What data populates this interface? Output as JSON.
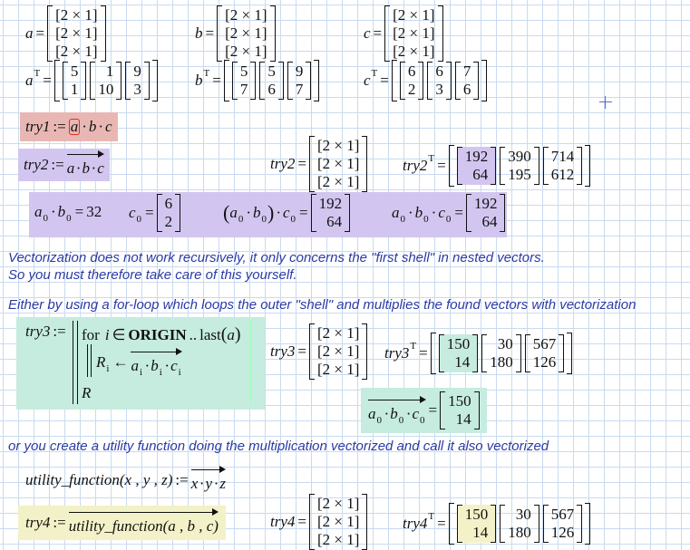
{
  "defs": {
    "a_name": "a",
    "b_name": "b",
    "c_name": "c",
    "elem": "[2 × 1]",
    "T": "T",
    "aT": [
      [
        "5",
        "1"
      ],
      [
        "1",
        "10"
      ],
      [
        "9",
        "3"
      ]
    ],
    "bT": [
      [
        "5",
        "7"
      ],
      [
        "5",
        "6"
      ],
      [
        "9",
        "7"
      ]
    ],
    "cT": [
      [
        "6",
        "2"
      ],
      [
        "6",
        "3"
      ],
      [
        "7",
        "6"
      ]
    ]
  },
  "try1": {
    "name": "try1",
    "assign": ":="
  },
  "try2": {
    "name": "try2",
    "result": {
      "T": [
        [
          "192",
          "64"
        ],
        [
          "390",
          "195"
        ],
        [
          "714",
          "612"
        ]
      ]
    }
  },
  "row3": {
    "ab_value": "32",
    "c0": [
      "6",
      "2"
    ],
    "abc": [
      "192",
      "64"
    ],
    "abc2": [
      "192",
      "64"
    ]
  },
  "notes": {
    "line1": "Vectorization does not work recursively, it only concerns the \"first shell\" in nested vectors.",
    "line2": "So you must therefore take care of this yourself.",
    "line3": "Either by using a for-loop which loops the outer \"shell\" and multiplies the found vectors with vectorization",
    "line4": "or you create a utility function doing the multiplication vectorized and call it also vectorized"
  },
  "try3": {
    "name": "try3",
    "for_kw": "for",
    "in_sym": "∈",
    "origin": "ORIGIN",
    "range": "..",
    "last": "last",
    "R": "R",
    "i": "i",
    "T": [
      [
        "150",
        "14"
      ],
      [
        "30",
        "180"
      ],
      [
        "567",
        "126"
      ]
    ],
    "abc0": [
      "150",
      "14"
    ]
  },
  "utility": {
    "fname": "utility_function",
    "args": "(x , y , z)",
    "body_x": "x",
    "body_y": "y",
    "body_z": "z"
  },
  "try4": {
    "name": "try4",
    "call": "utility_function",
    "call_args": "(a , b , c)",
    "T": [
      [
        "150",
        "14"
      ],
      [
        "30",
        "180"
      ],
      [
        "567",
        "126"
      ]
    ]
  }
}
